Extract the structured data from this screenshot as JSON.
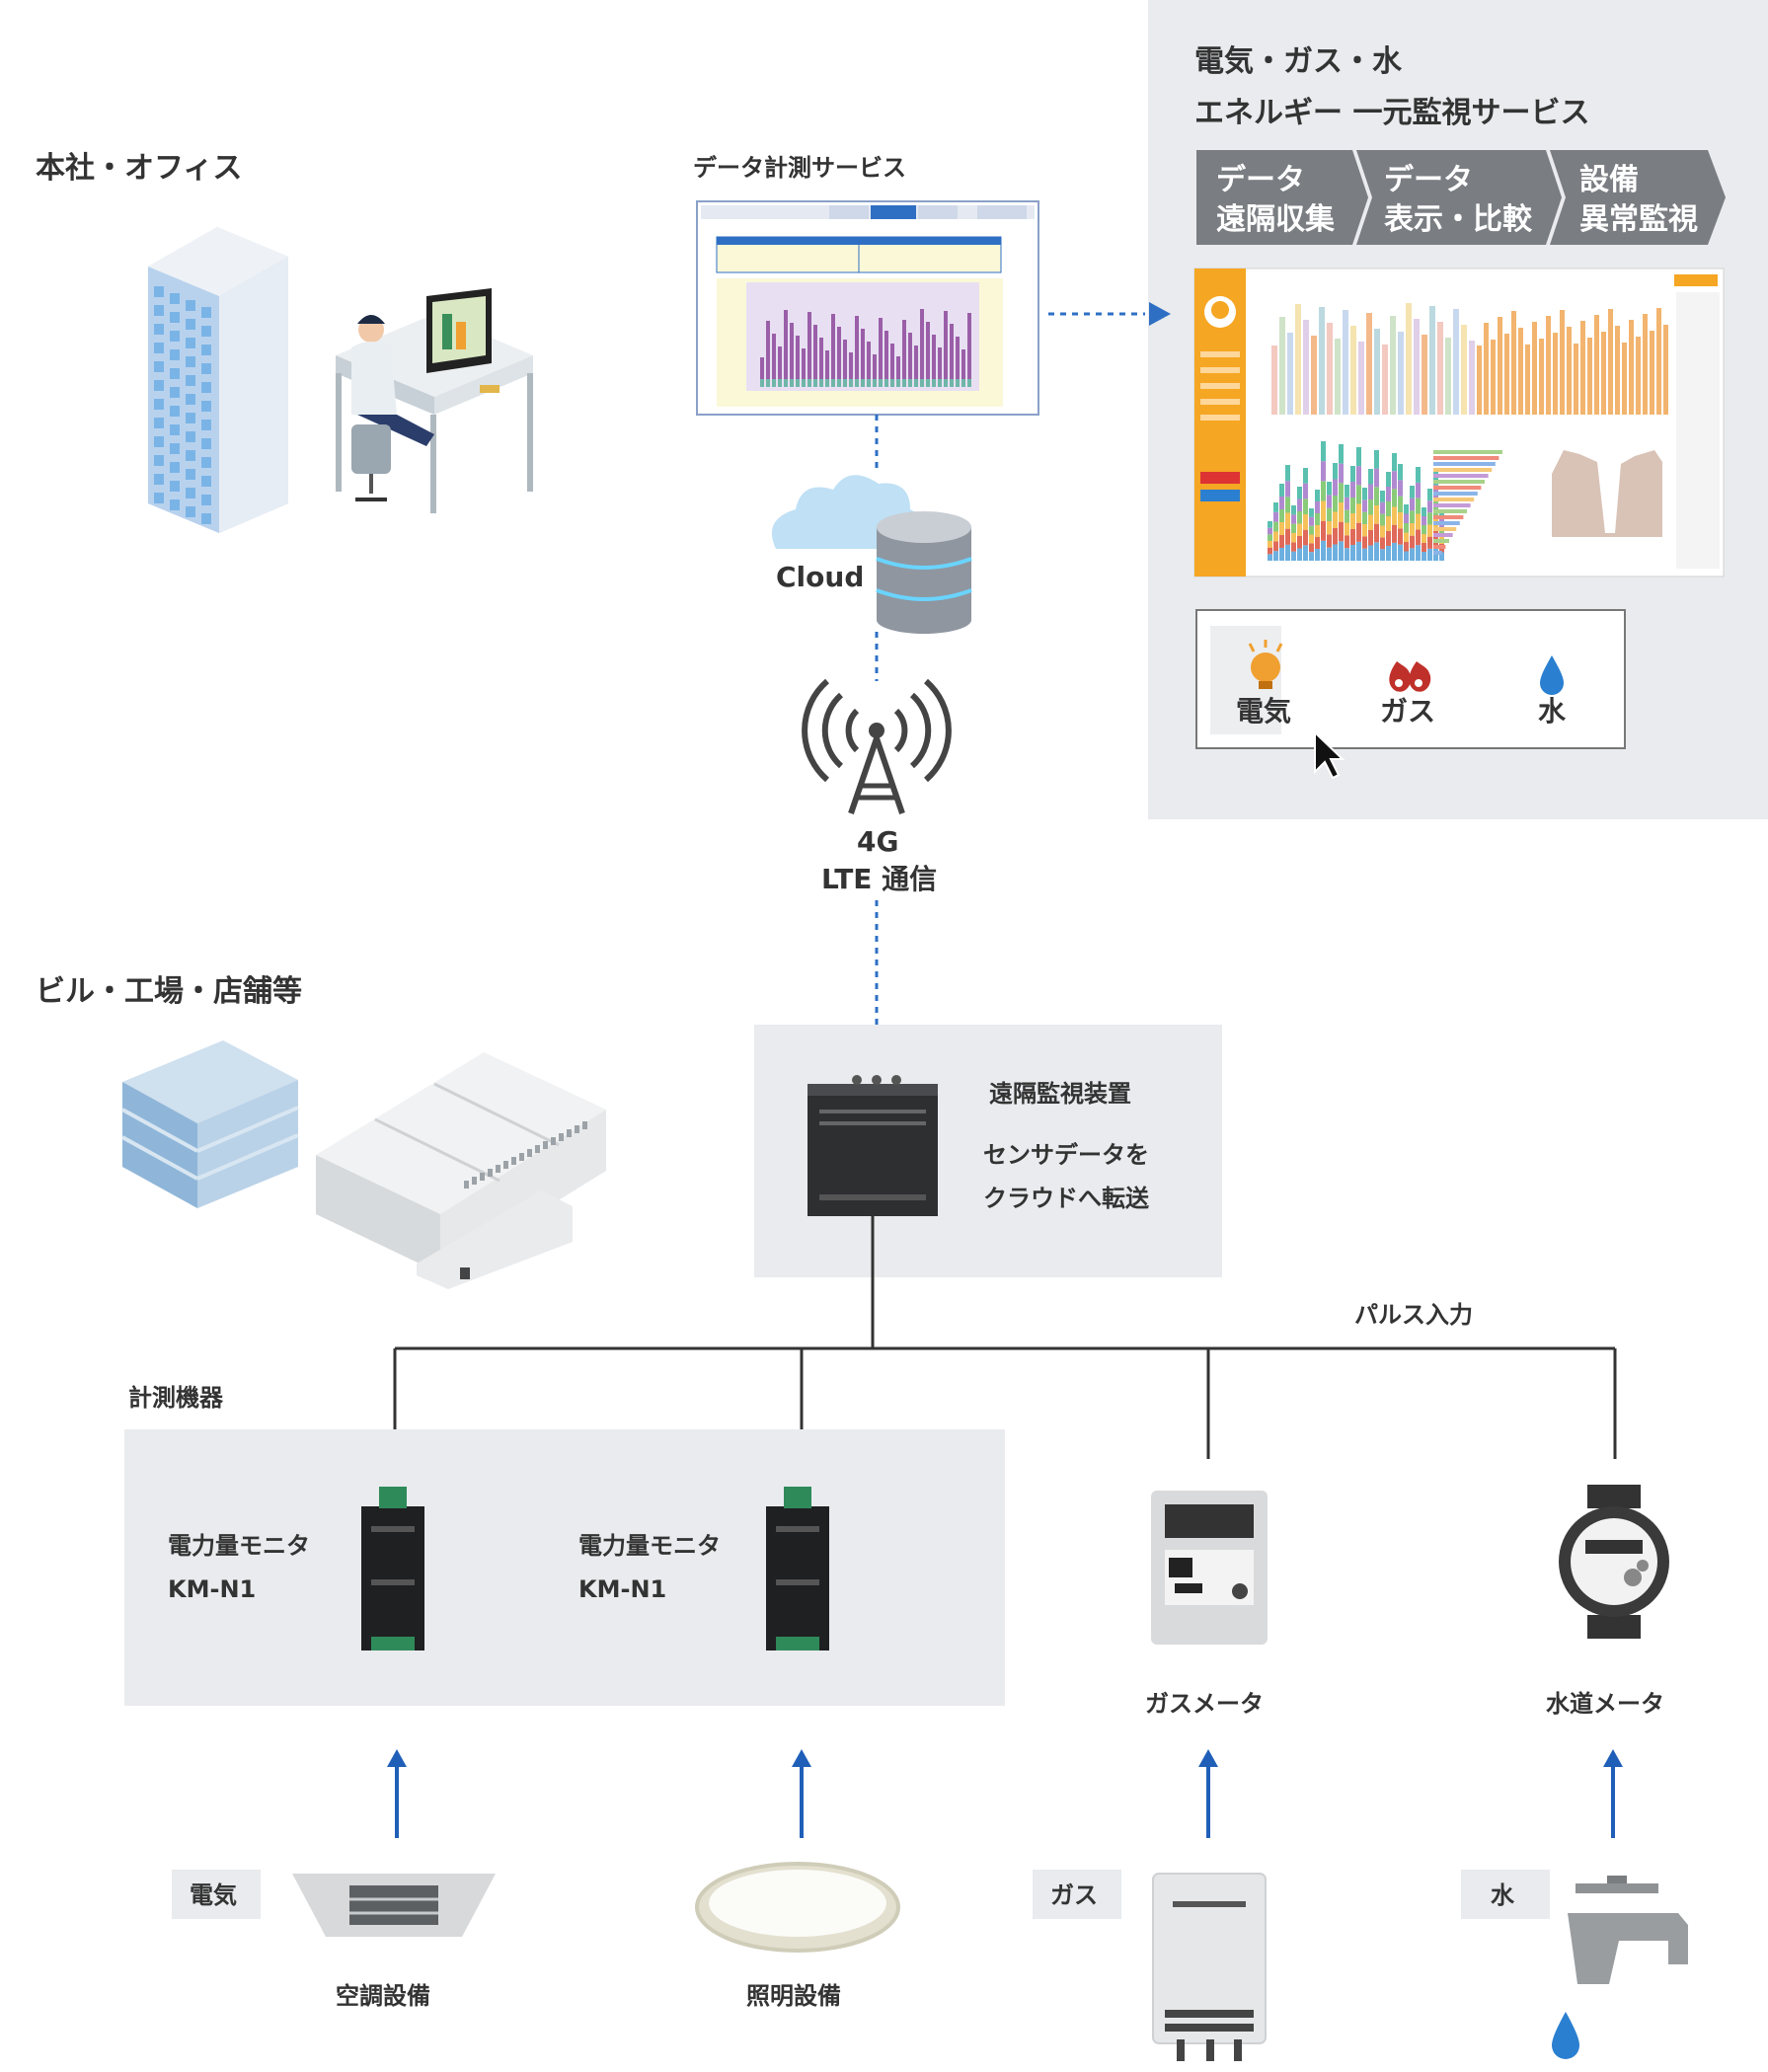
{
  "locations": {
    "office": "本社・オフィス",
    "facilities": "ビル・工場・店舗等"
  },
  "measurement_service": {
    "title": "データ計測サービス"
  },
  "cloud": {
    "label": "Cloud"
  },
  "network": {
    "line1": "4G",
    "line2": "LTE 通信"
  },
  "energy_panel": {
    "title_line1": "電気・ガス・水",
    "title_line2": "エネルギー 一元監視サービス",
    "steps": [
      {
        "line1": "データ",
        "line2": "遠隔収集"
      },
      {
        "line1": "データ",
        "line2": "表示・比較"
      },
      {
        "line1": "設備",
        "line2": "異常監視"
      }
    ],
    "utilities": [
      {
        "label": "電気",
        "icon": "lightbulb-icon",
        "color": "#f0a030"
      },
      {
        "label": "ガス",
        "icon": "flame-icon",
        "color": "#c0302a"
      },
      {
        "label": "水",
        "icon": "water-drop-icon",
        "color": "#2a7fd0"
      }
    ]
  },
  "remote_device": {
    "title": "遠隔監視装置",
    "desc_line1": "センサデータを",
    "desc_line2": "クラウドへ転送"
  },
  "pulse_input": "パルス入力",
  "instruments": {
    "group_label": "計測機器",
    "monitors": [
      {
        "line1": "電力量モニタ",
        "line2": "KM-N1"
      },
      {
        "line1": "電力量モニタ",
        "line2": "KM-N1"
      }
    ],
    "gas_meter": "ガスメータ",
    "water_meter": "水道メータ"
  },
  "sources": {
    "air_conditioner": "空調設備",
    "lighting": "照明設備",
    "tag_electric": "電気",
    "tag_gas": "ガス",
    "tag_water": "水"
  },
  "colors": {
    "panel_bg": "#e9ebee",
    "step_bg": "#7a7d82",
    "dashboard_orange": "#f5a623",
    "link_blue": "#2e6fc4",
    "arrow_blue": "#1f5fb8"
  }
}
